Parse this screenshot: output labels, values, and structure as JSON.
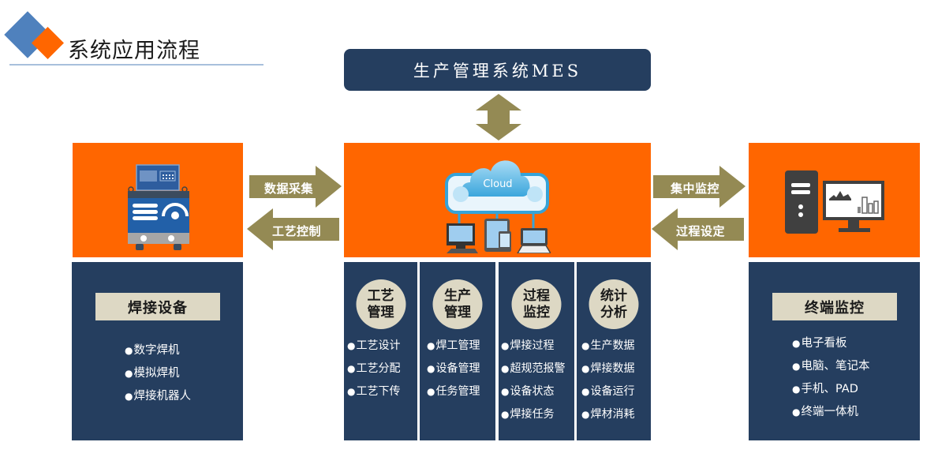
{
  "header": {
    "title": "系统应用流程",
    "colors": {
      "blue_diamond": "#4f81bd",
      "orange_diamond": "#ff6600",
      "underline": "#a8c0dc"
    }
  },
  "mes": {
    "label": "生产管理系统MES"
  },
  "colors": {
    "orange": "#ff6600",
    "navy": "#253e5f",
    "arrow": "#948a54",
    "tag": "#ddd8c4"
  },
  "arrows": {
    "data_collect": "数据采集",
    "process_control": "工艺控制",
    "central_monitor": "集中监控",
    "process_setting": "过程设定"
  },
  "center": {
    "cloud_label": "Cloud",
    "icon": "cloud-devices-icon"
  },
  "left_panel": {
    "icon": "welding-machine-icon",
    "title": "焊接设备",
    "items": [
      "数字焊机",
      "模拟焊机",
      "焊接机器人"
    ]
  },
  "right_panel": {
    "icon": "desktop-computer-icon",
    "title": "终端监控",
    "items": [
      "电子看板",
      "电脑、笔记本",
      "手机、PAD",
      "终端一体机"
    ]
  },
  "modules": [
    {
      "title_line1": "工艺",
      "title_line2": "管理",
      "items": [
        "工艺设计",
        "工艺分配",
        "工艺下传"
      ]
    },
    {
      "title_line1": "生产",
      "title_line2": "管理",
      "items": [
        "焊工管理",
        "设备管理",
        "任务管理"
      ]
    },
    {
      "title_line1": "过程",
      "title_line2": "监控",
      "items": [
        "焊接过程",
        "超规范报警",
        "设备状态",
        "焊接任务"
      ]
    },
    {
      "title_line1": "统计",
      "title_line2": "分析",
      "items": [
        "生产数据",
        "焊接数据",
        "设备运行",
        "焊材消耗"
      ]
    }
  ]
}
